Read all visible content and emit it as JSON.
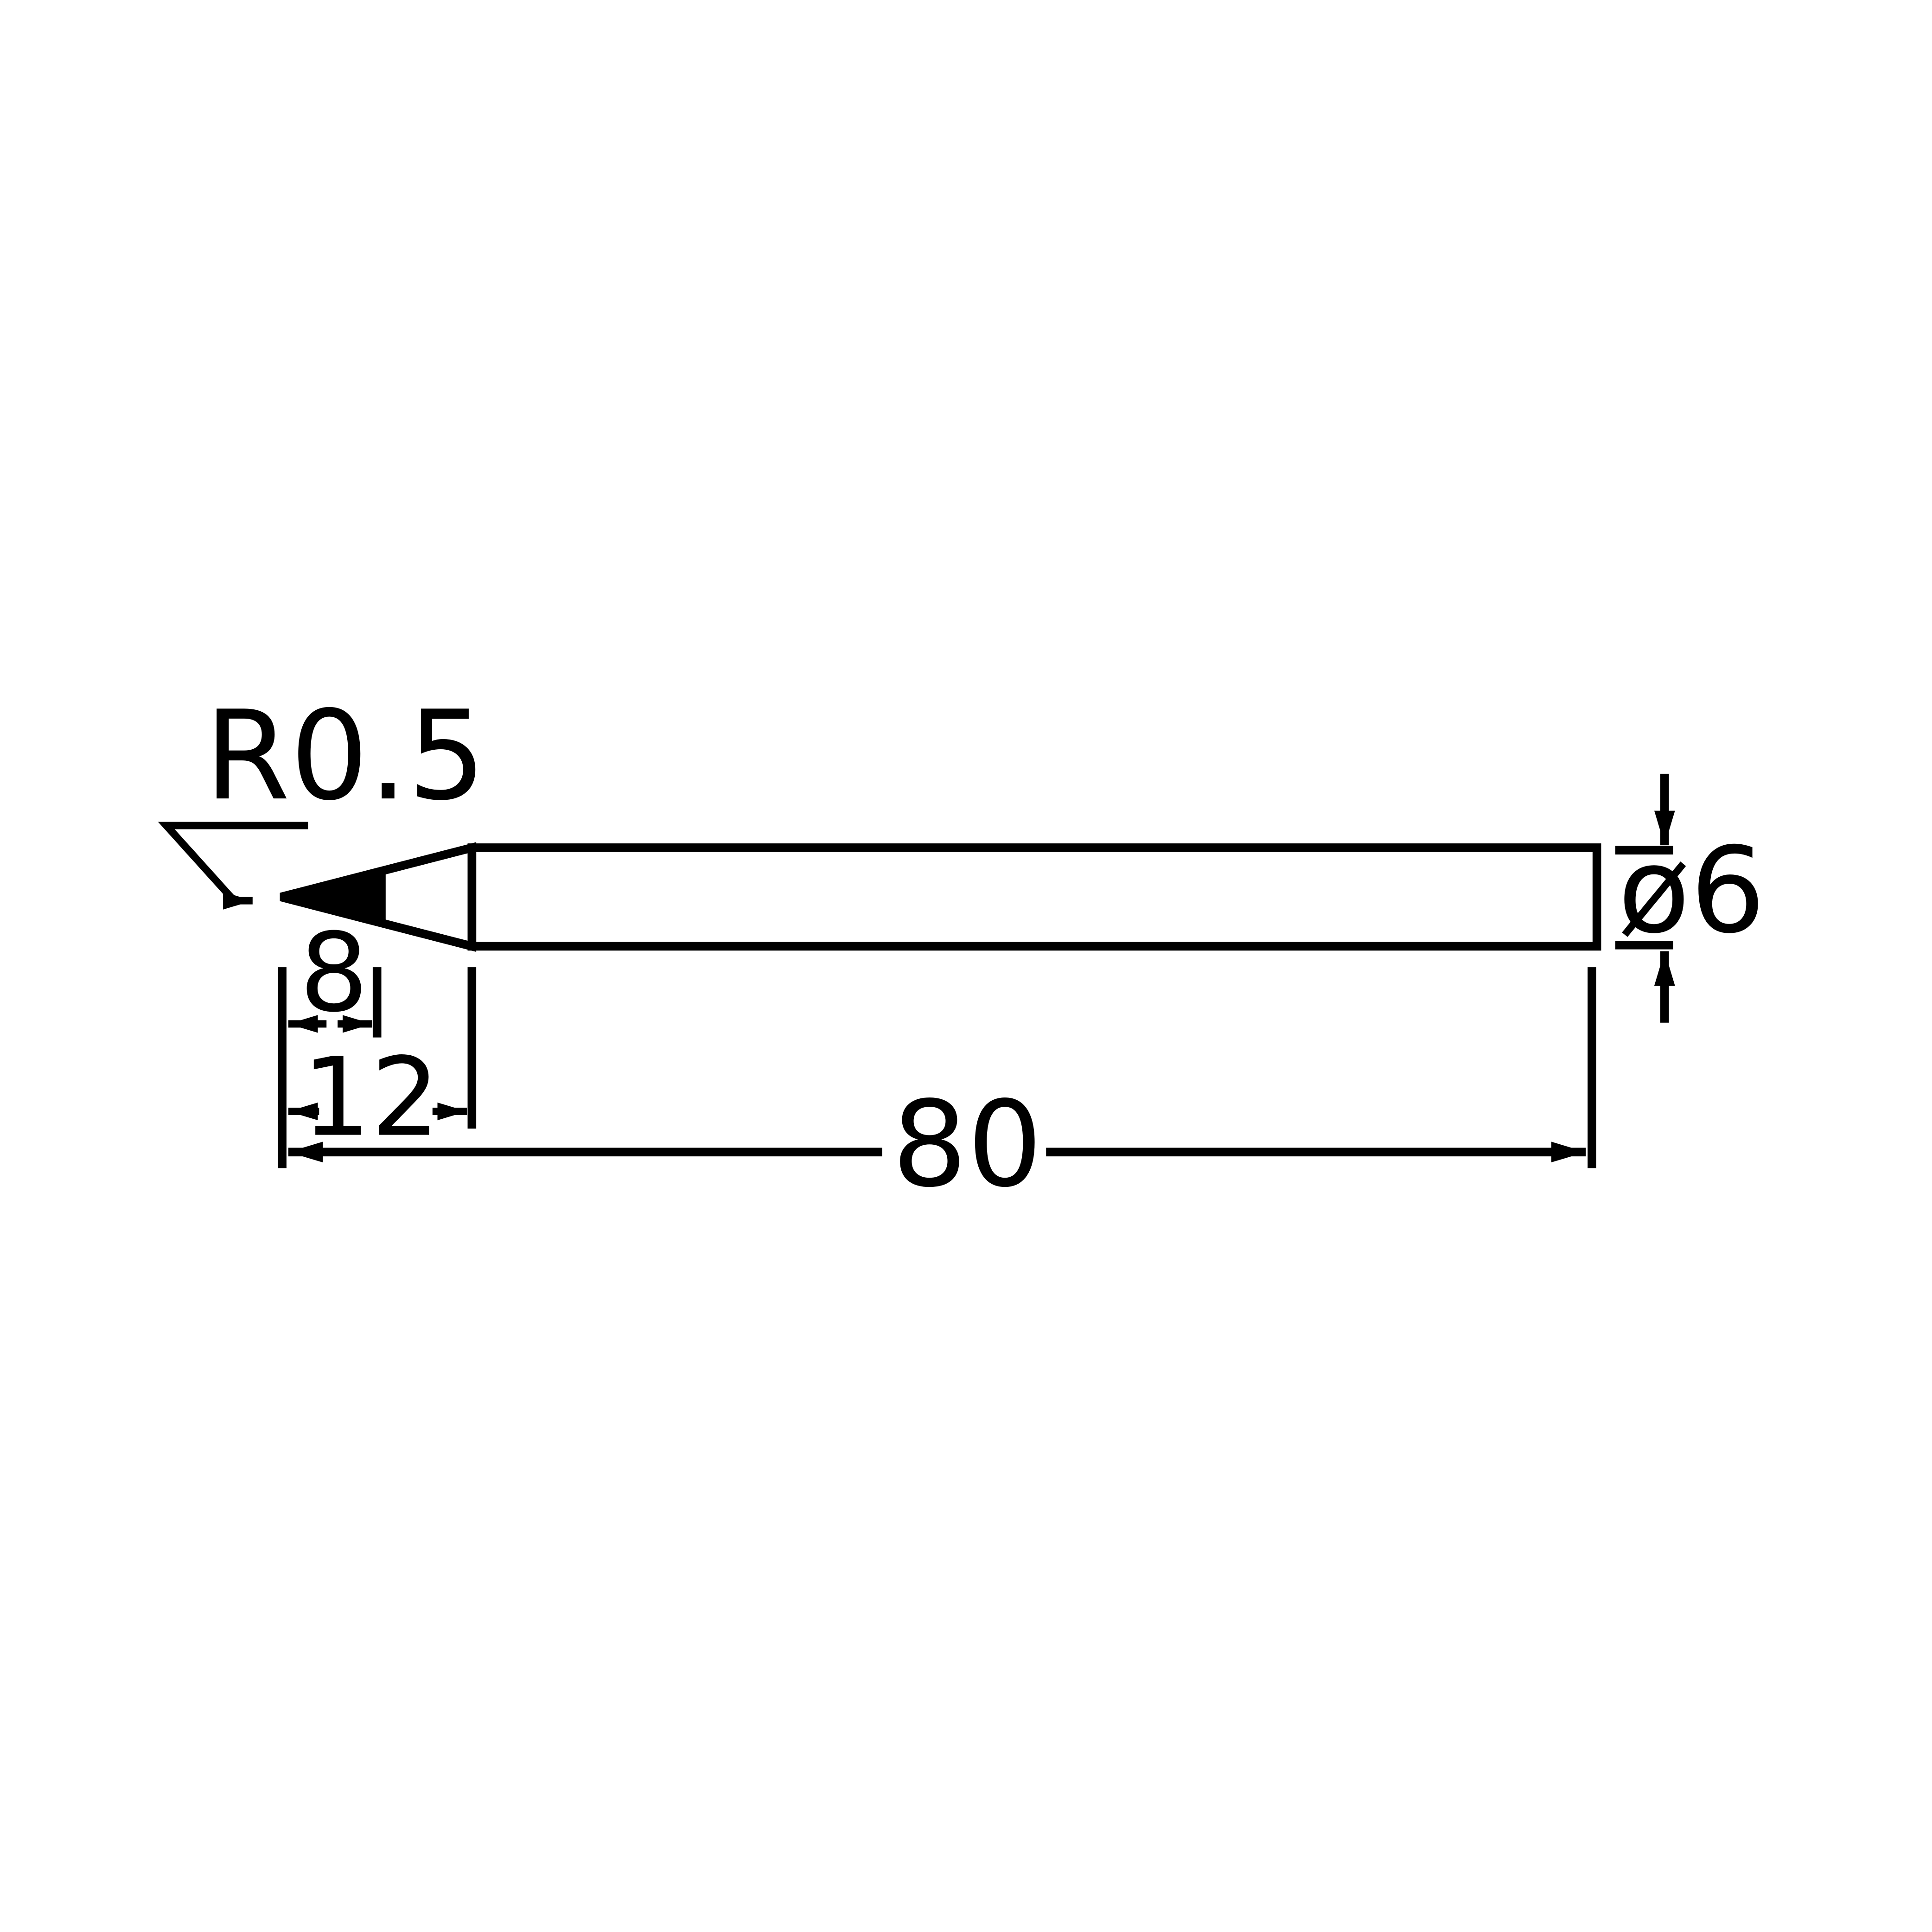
{
  "drawing": {
    "tip_radius_label": "R0.5",
    "tip_length_label": "8",
    "cone_length_label": "12",
    "total_length_label": "80",
    "diameter_label": "ø6"
  },
  "colors": {
    "line": "#000000",
    "background": "#ffffff"
  }
}
